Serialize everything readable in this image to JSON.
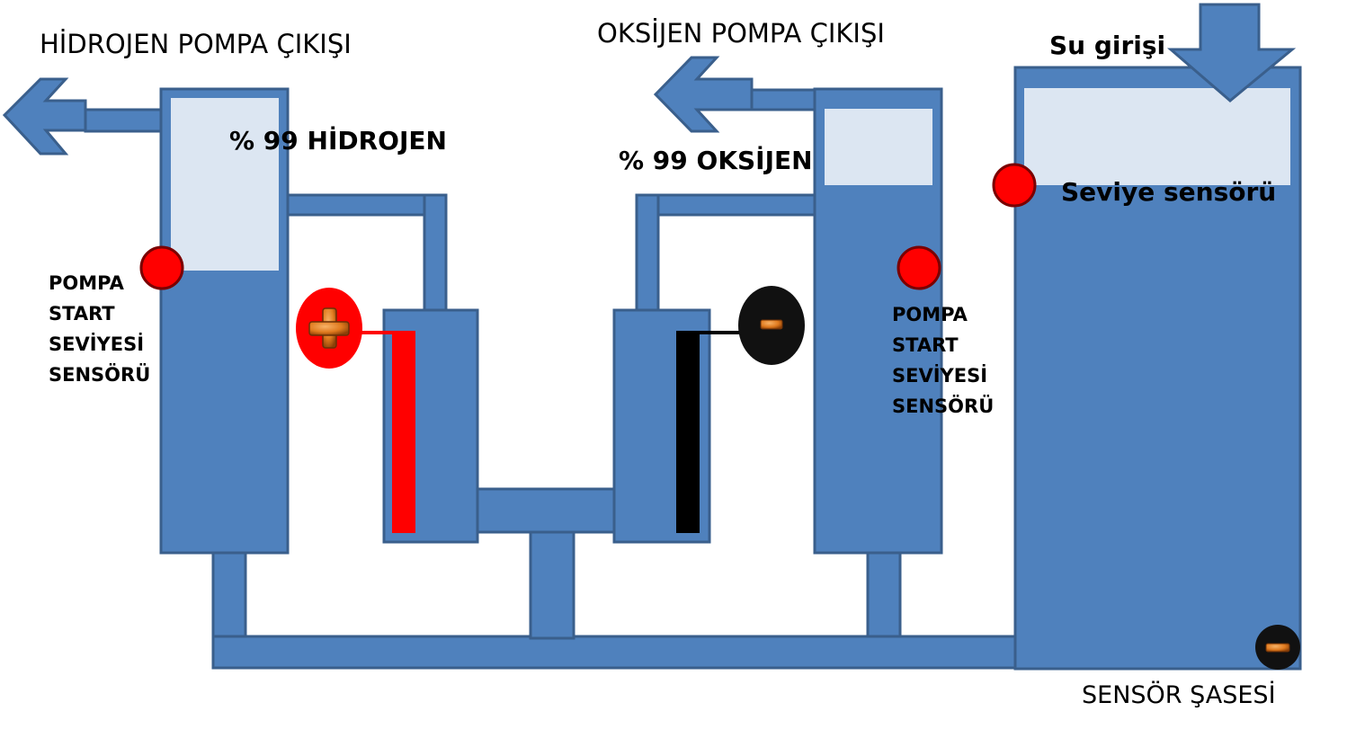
{
  "labels": {
    "hydrogen_outlet": "HİDROJEN POMPA ÇIKIŞI",
    "oxygen_outlet": "OKSİJEN POMPA ÇIKIŞI",
    "water_inlet": "Su girişi",
    "hydrogen_purity": "% 99 HİDROJEN",
    "oxygen_purity": "% 99 OKSİJEN",
    "level_sensor": "Seviye sensörü",
    "left_pump_sensor": [
      "POMPA",
      "START",
      "SEVİYESİ",
      "SENSÖRÜ"
    ],
    "right_pump_sensor": [
      "POMPA",
      "START",
      "SEVİYESİ",
      "SENSÖRÜ"
    ],
    "sensor_chassis": "SENSÖR ŞASESİ"
  },
  "icons": {
    "positive_terminal": "plus-icon",
    "negative_terminal": "minus-icon",
    "chassis_terminal": "minus-icon",
    "sensor": "red-dot-sensor-icon"
  },
  "colors": {
    "tank_fill": "#4f81bd",
    "tank_stroke": "#3a5f8c",
    "gas_space": "#dce6f2",
    "sensor_red": "#ff0000",
    "anode_red": "#ff0000",
    "cathode_black": "#000000",
    "terminal_orange": "#e07a1e"
  }
}
